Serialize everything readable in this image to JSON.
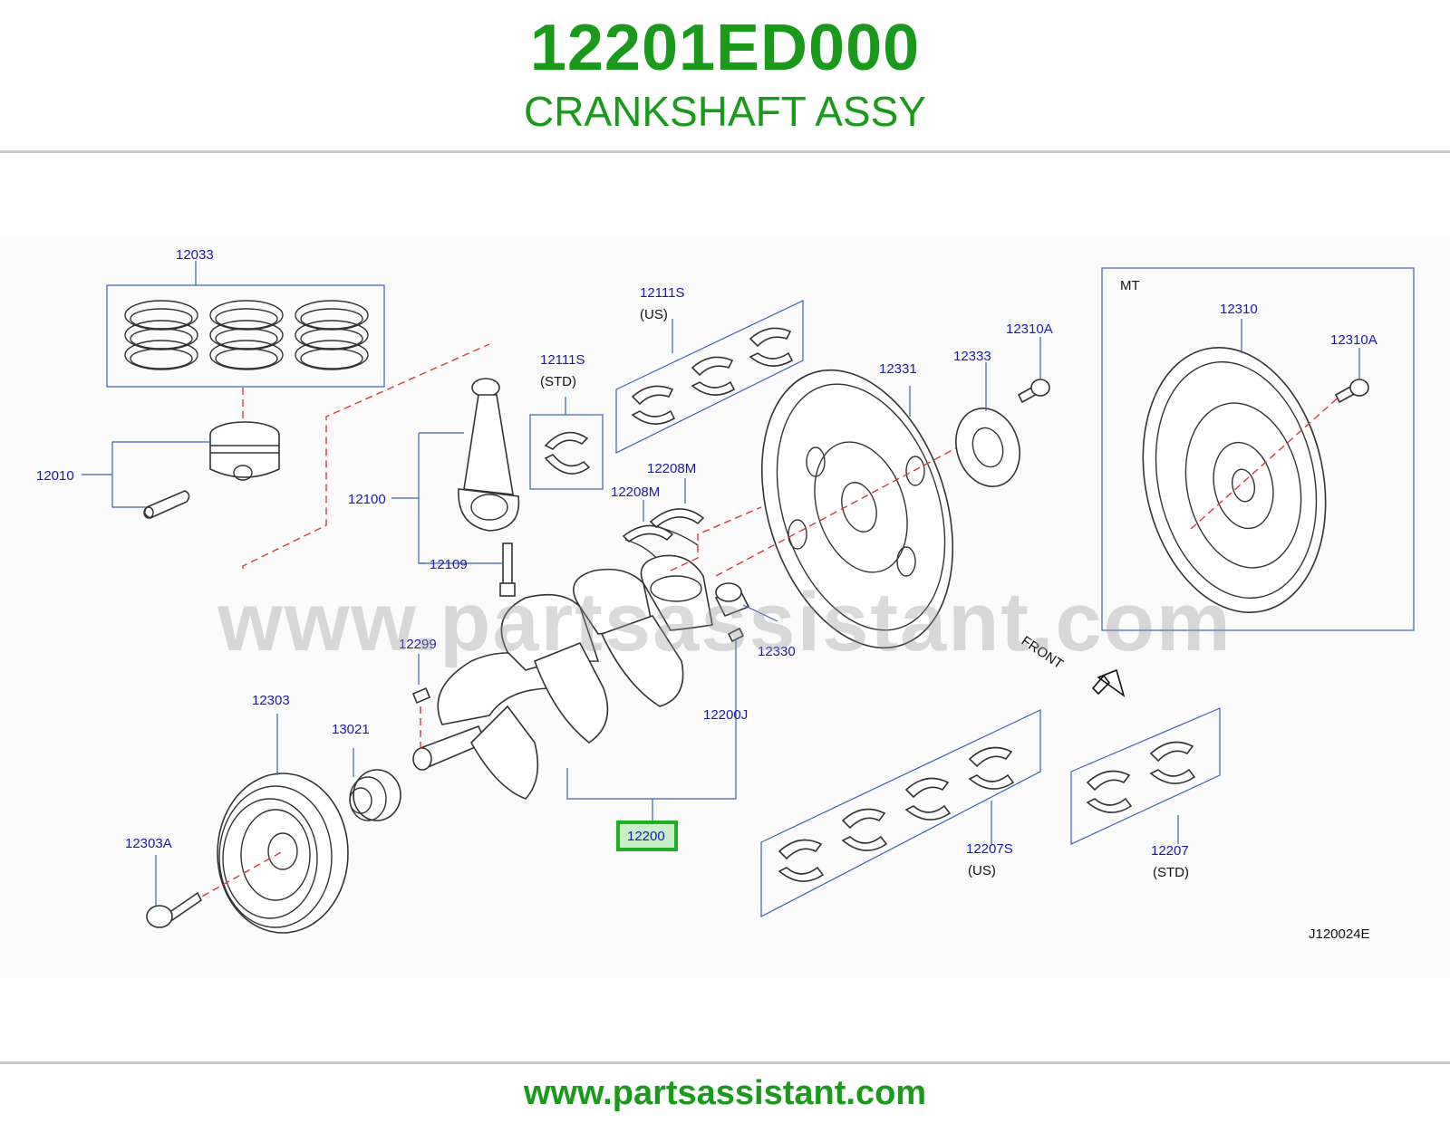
{
  "header": {
    "part_number": "12201ED000",
    "title": "CRANKSHAFT ASSY"
  },
  "footer": {
    "url": "www.partsassistant.com"
  },
  "watermark": "www.partsassistant.com",
  "diagram_code": "J120024E",
  "front_label": "FRONT",
  "callouts": {
    "c12033": "12033",
    "c12010": "12010",
    "c12100": "12100",
    "c12109": "12109",
    "c12111s_us": "12111S",
    "us_1": "(US)",
    "c12111s_std": "12111S",
    "std_1": "(STD)",
    "c12208m_a": "12208M",
    "c12208m_b": "12208M",
    "c12331": "12331",
    "c12333": "12333",
    "c12310a_a": "12310A",
    "mt": "MT",
    "c12310": "12310",
    "c12310a_b": "12310A",
    "c12330": "12330",
    "c12299": "12299",
    "c12200j": "12200J",
    "c12303": "12303",
    "c13021": "13021",
    "c12303a": "12303A",
    "c12200": "12200",
    "c12207s": "12207S",
    "us_2": "(US)",
    "c12207": "12207",
    "std_2": "(STD)"
  },
  "colors": {
    "brand_green": "#1a9a1a",
    "callout_blue": "#1a1aa8",
    "leader_blue": "#3e5fb0",
    "dashed_red": "#d43a3a",
    "highlight_box": "#22b022"
  }
}
